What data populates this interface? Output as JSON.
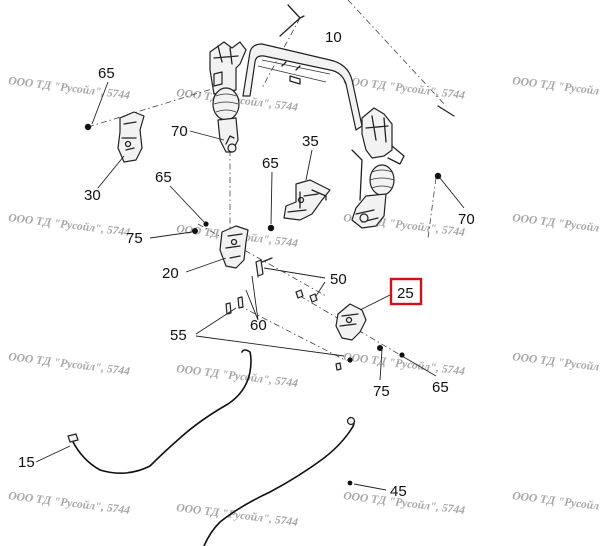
{
  "callouts": {
    "c10": "10",
    "c65a": "65",
    "c70a": "70",
    "c65b": "65",
    "c35": "35",
    "c30": "30",
    "c65c": "65",
    "c70b": "70",
    "c75a": "75",
    "c20": "20",
    "c50": "50",
    "c25": "25",
    "c55": "55",
    "c60": "60",
    "c75b": "75",
    "c65d": "65",
    "c15": "15",
    "c45": "45"
  },
  "highlight": {
    "label": "25",
    "color": "#d0101c"
  },
  "watermark": "ООО ТД \"Русойл\", 5744"
}
